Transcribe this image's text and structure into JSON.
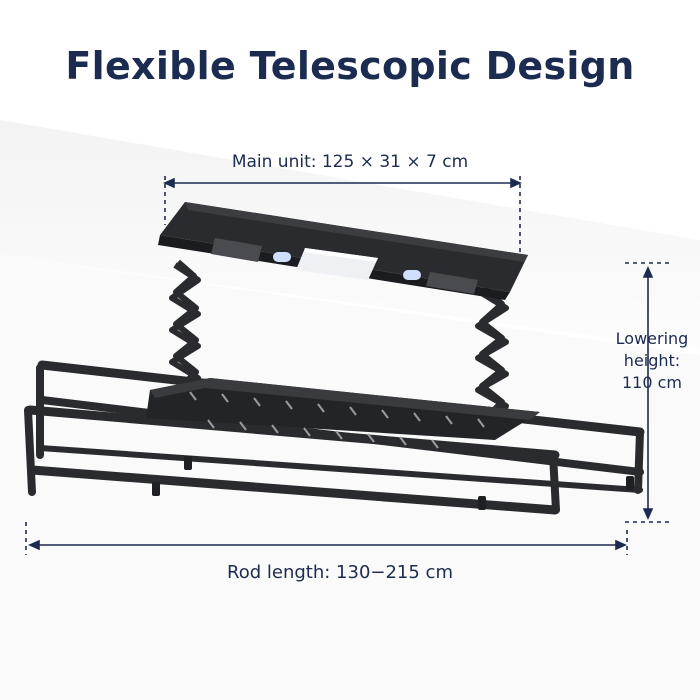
{
  "title": "Flexible Telescopic Design",
  "dimensions": {
    "main_unit": "Main unit: 125 × 31 × 7 cm",
    "lowering_line1": "Lowering",
    "lowering_line2": "height:",
    "lowering_line3": "110 cm",
    "rod_length": "Rod length: 130−215 cm"
  },
  "colors": {
    "title": "#1c2b50",
    "product": "#2a2b2e",
    "ceiling": "#eeeeee",
    "wall": "#f6f6f6"
  }
}
